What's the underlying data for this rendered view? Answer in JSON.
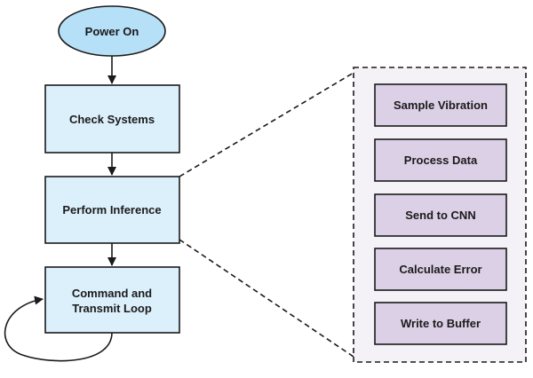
{
  "flow": {
    "start": "Power On",
    "check": "Check Systems",
    "inference": "Perform Inference",
    "loop_line1": "Command and",
    "loop_line2": "Transmit Loop"
  },
  "detail": {
    "steps": [
      "Sample Vibration",
      "Process Data",
      "Send to CNN",
      "Calculate Error",
      "Write to Buffer"
    ]
  },
  "colors": {
    "flow_fill": "#dcf0fc",
    "start_fill": "#b6e0f7",
    "detail_fill": "#dcd0e6",
    "panel_fill": "#f5f2f7",
    "stroke": "#1a1a1a"
  }
}
